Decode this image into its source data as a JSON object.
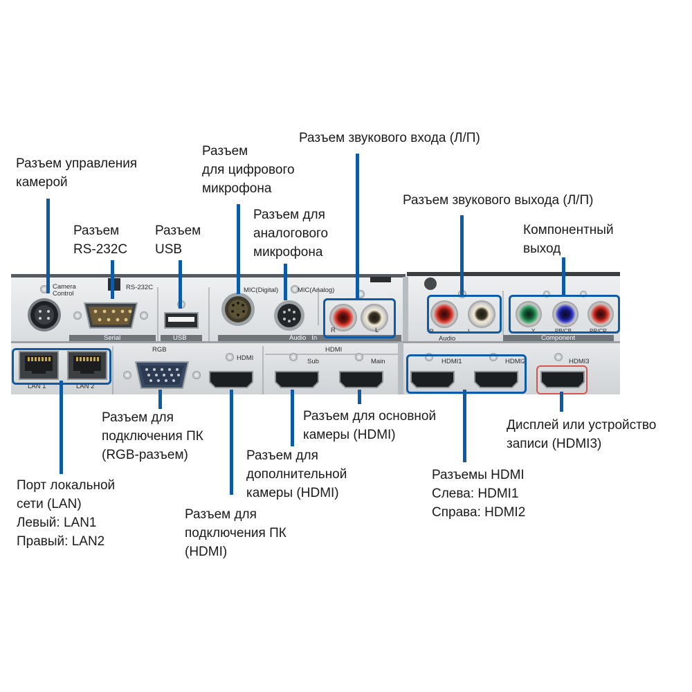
{
  "callouts": {
    "camera_control": [
      "Разъем управления",
      "камерой"
    ],
    "rs232c": [
      "Разъем",
      "RS-232C"
    ],
    "usb": [
      "Разъем",
      "USB"
    ],
    "digital_mic": [
      "Разъем",
      "для цифрового",
      "микрофона"
    ],
    "analog_mic": [
      "Разъем для",
      "аналогового",
      "микрофона"
    ],
    "audio_in": [
      "Разъем звукового входа (Л/П)"
    ],
    "audio_out": [
      "Разъем звукового выхода (Л/П)"
    ],
    "component": [
      "Компонентный",
      "выход"
    ],
    "rgb": [
      "Разъем для",
      "подключения ПК",
      "(RGB-разъем)"
    ],
    "main_camera": [
      "Разъем для основной",
      "камеры (HDMI)"
    ],
    "sub_camera": [
      "Разъем для",
      "дополнительной",
      "камеры (HDMI)"
    ],
    "display": [
      "Дисплей или устройство",
      "записи (HDMI3)"
    ],
    "hdmi_outputs": [
      "Разъемы HDMI",
      "Слева: HDMI1",
      "Справа: HDMI2"
    ],
    "lan": [
      "Порт локальной",
      "сети (LAN)",
      "Левый: LAN1",
      "Правый: LAN2"
    ],
    "pc_hdmi": [
      "Разъем для",
      "подключения ПК",
      "(HDMI)"
    ]
  },
  "panel_labels": {
    "camera_control": "Camera Control",
    "rs232c": "RS-232C",
    "serial": "Serial",
    "usb": "USB",
    "mic_digital": "MIC(Digital)",
    "mic_analog": "MIC(Analog)",
    "audio_in": "Audio   In",
    "r_in": "R",
    "l_in": "L",
    "r_out": "R",
    "l_out": "L",
    "audio_out": "Audio",
    "y": "Y",
    "pb": "PB/CB",
    "pr": "PR/CR",
    "component": "Component",
    "lan1": "LAN 1",
    "lan2": "LAN 2",
    "rgb": "RGB",
    "hdmi_pc": "HDMI",
    "hdmi_group": "HDMI",
    "sub": "Sub",
    "main": "Main",
    "hdmi1": "HDMI1",
    "hdmi2": "HDMI2",
    "hdmi3": "HDMI3"
  },
  "colors": {
    "accent": "#0d5aa7",
    "highlight_red": "#d9534f"
  }
}
